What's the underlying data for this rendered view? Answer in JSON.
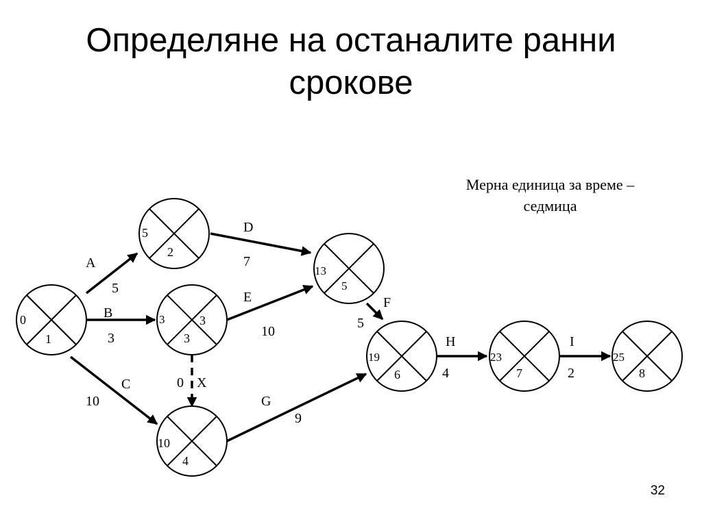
{
  "title": {
    "line1": "Определяне на останалите ранни",
    "line2": "срокове"
  },
  "note": {
    "line1": "Мерна единица за време –",
    "line2": "седмица"
  },
  "page_number": "32",
  "nodes": {
    "n1": {
      "id": "1",
      "early": "0"
    },
    "n2": {
      "id": "2",
      "early": "5"
    },
    "n3": {
      "id": "3",
      "early": "3"
    },
    "n4": {
      "id": "4",
      "early": "10"
    },
    "n5": {
      "id": "5",
      "early": "13"
    },
    "n6": {
      "id": "6",
      "early": "19"
    },
    "n7": {
      "id": "7",
      "early": "23"
    },
    "n8": {
      "id": "8",
      "early": "25"
    }
  },
  "activities": {
    "A": {
      "name": "A",
      "duration": "5"
    },
    "B": {
      "name": "B",
      "duration": "3"
    },
    "C": {
      "name": "C",
      "duration": "10"
    },
    "D": {
      "name": "D",
      "duration": "7"
    },
    "E": {
      "name": "E",
      "duration": "10"
    },
    "F": {
      "name": "F",
      "duration": "5"
    },
    "G": {
      "name": "G",
      "duration": "9"
    },
    "H": {
      "name": "H",
      "duration": "4"
    },
    "I": {
      "name": "I",
      "duration": "2"
    },
    "X": {
      "name": "X",
      "duration": "0",
      "dummy": true
    }
  }
}
